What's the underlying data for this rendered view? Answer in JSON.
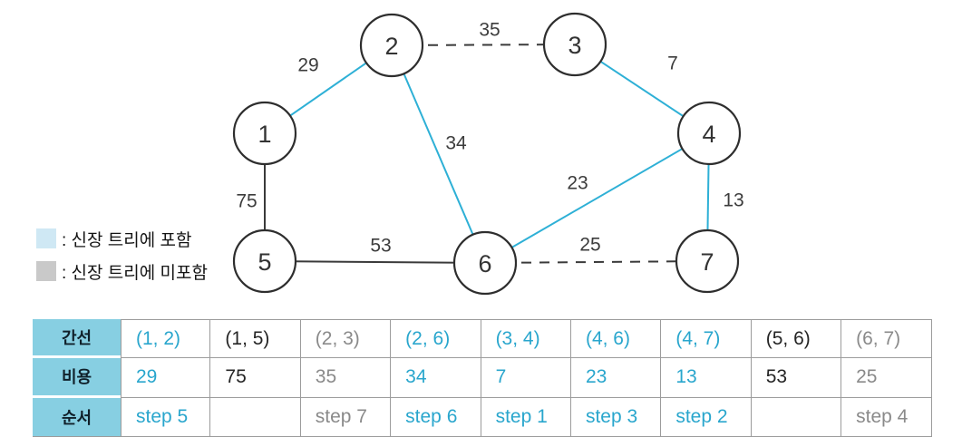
{
  "figure": {
    "type": "minimum-spanning-tree-graph",
    "colors": {
      "edge_included_cyan": "#2eb0d6",
      "edge_dark": "#3a3a3a",
      "table_text_included": "#29a6cd",
      "table_text_excluded": "#8a8a8a",
      "table_text_unexamined": "#252525",
      "table_header_bg": "#87cfe2",
      "legend_included_swatch": "#cfe8f4",
      "legend_excluded_swatch": "#c9c9c9"
    }
  },
  "legend": {
    "included": {
      "label": ": 신장 트리에 포함",
      "color": "#cfe8f4"
    },
    "excluded": {
      "label": ": 신장 트리에 미포함",
      "color": "#c9c9c9"
    }
  },
  "graph": {
    "nodes": [
      {
        "label": "1"
      },
      {
        "label": "2"
      },
      {
        "label": "3"
      },
      {
        "label": "4"
      },
      {
        "label": "5"
      },
      {
        "label": "6"
      },
      {
        "label": "7"
      }
    ],
    "edges": [
      {
        "from": "1",
        "to": "2",
        "weight": "29",
        "status": "included"
      },
      {
        "from": "2",
        "to": "3",
        "weight": "35",
        "status": "excluded"
      },
      {
        "from": "3",
        "to": "4",
        "weight": "7",
        "status": "included"
      },
      {
        "from": "2",
        "to": "6",
        "weight": "34",
        "status": "included"
      },
      {
        "from": "4",
        "to": "6",
        "weight": "23",
        "status": "included"
      },
      {
        "from": "4",
        "to": "7",
        "weight": "13",
        "status": "included"
      },
      {
        "from": "1",
        "to": "5",
        "weight": "75",
        "status": "unexamined"
      },
      {
        "from": "5",
        "to": "6",
        "weight": "53",
        "status": "unexamined"
      },
      {
        "from": "6",
        "to": "7",
        "weight": "25",
        "status": "excluded"
      }
    ]
  },
  "table": {
    "row_headers": [
      "간선",
      "비용",
      "순서"
    ],
    "columns": [
      {
        "edge": "(1, 2)",
        "cost": "29",
        "order": "step 5",
        "state": "included"
      },
      {
        "edge": "(1, 5)",
        "cost": "75",
        "order": "",
        "state": "unexamined"
      },
      {
        "edge": "(2, 3)",
        "cost": "35",
        "order": "step 7",
        "state": "excluded"
      },
      {
        "edge": "(2, 6)",
        "cost": "34",
        "order": "step 6",
        "state": "included"
      },
      {
        "edge": "(3, 4)",
        "cost": "7",
        "order": "step 1",
        "state": "included"
      },
      {
        "edge": "(4, 6)",
        "cost": "23",
        "order": "step 3",
        "state": "included"
      },
      {
        "edge": "(4, 7)",
        "cost": "13",
        "order": "step 2",
        "state": "included"
      },
      {
        "edge": "(5, 6)",
        "cost": "53",
        "order": "",
        "state": "unexamined"
      },
      {
        "edge": "(6, 7)",
        "cost": "25",
        "order": "step 4",
        "state": "excluded"
      }
    ]
  }
}
